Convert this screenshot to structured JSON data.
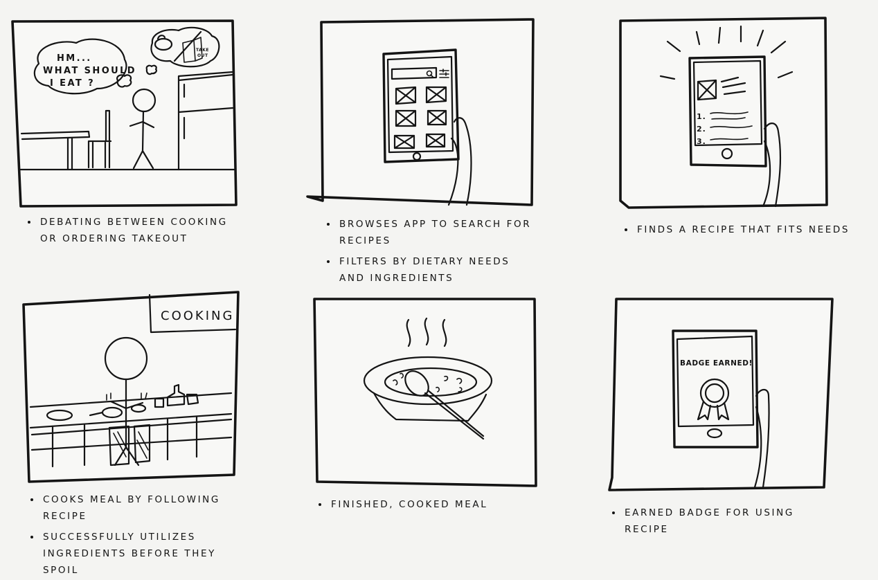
{
  "panels": [
    {
      "id": "panel-1",
      "thought_text": [
        "HM...",
        "WHAT SHOULD",
        "I EAT ?"
      ],
      "takeout_sign": [
        "TAKE",
        "OUT"
      ],
      "captions": [
        "Debating between cooking or ordering takeout"
      ]
    },
    {
      "id": "panel-2",
      "captions": [
        "Browses app to search for recipes",
        "Filters by dietary needs and ingredients"
      ]
    },
    {
      "id": "panel-3",
      "list_numbers": [
        "1.",
        "2.",
        "3."
      ],
      "captions": [
        "Finds a recipe that fits needs"
      ]
    },
    {
      "id": "panel-4",
      "corner_label": "COOKING",
      "captions": [
        "Cooks meal by following recipe",
        "Successfully utilizes ingredients before they spoil"
      ]
    },
    {
      "id": "panel-5",
      "captions": [
        "Finished, cooked meal"
      ]
    },
    {
      "id": "panel-6",
      "screen_title": "BADGE EARNED!",
      "captions": [
        "Earned badge for using recipe"
      ]
    }
  ]
}
